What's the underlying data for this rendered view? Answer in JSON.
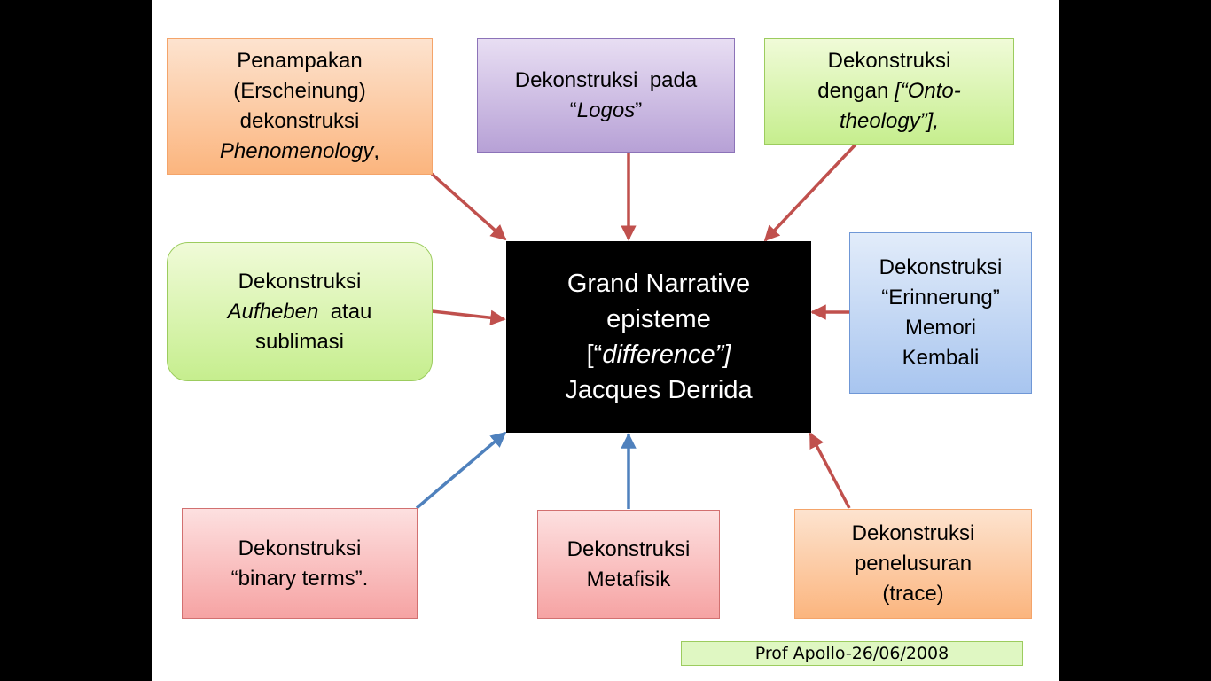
{
  "center": {
    "line1": "Grand Narrative",
    "line2": "episteme",
    "line3_open": "[“",
    "line3_italic": "difference”]",
    "line4": "Jacques Derrida"
  },
  "boxes": {
    "penampakan": {
      "l1": "Penampakan",
      "l2": "(Erscheinung)",
      "l3": "dekonstruksi",
      "l4_italic": "Phenomenology",
      "l4_tail": ","
    },
    "logos": {
      "l1": "Dekonstruksi  pada",
      "l2_open": "“",
      "l2_italic": "Logos",
      "l2_close": "”"
    },
    "onto": {
      "l1": "Dekonstruksi",
      "l2": "dengan ",
      "l2_italic": "[“Onto-",
      "l3_italic": "theology”],",
      "l3_tail": ""
    },
    "aufheben": {
      "l1": "Dekonstruksi",
      "l2_italic": "Aufheben",
      "l2_tail": "  atau",
      "l3": "sublimasi"
    },
    "erinnerung": {
      "l1": "Dekonstruksi",
      "l2": "“Erinnerung”",
      "l3": "Memori",
      "l4": "Kembali"
    },
    "binary": {
      "l1": "Dekonstruksi",
      "l2": "“binary terms”."
    },
    "metafisik": {
      "l1": "Dekonstruksi",
      "l2": "Metafisik"
    },
    "trace": {
      "l1": "Dekonstruksi",
      "l2": "penelusuran",
      "l3": "(trace)"
    }
  },
  "footer": {
    "text": "Prof Apollo-26/06/2008"
  },
  "colors": {
    "arrow_red": "#c0504d",
    "arrow_blue": "#4f81bd",
    "center_bg": "#000000",
    "slide_bg": "#ffffff"
  }
}
